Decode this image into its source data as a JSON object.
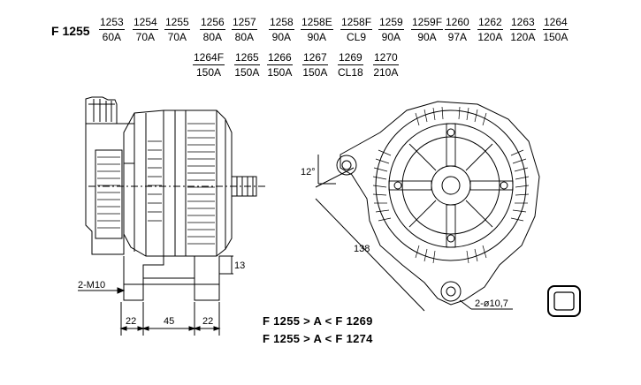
{
  "series_label": "F 1255",
  "variants": [
    {
      "code": "1253",
      "amp": "60A"
    },
    {
      "code": "1254",
      "amp": "70A"
    },
    {
      "code": "1255",
      "amp": "70A"
    },
    {
      "code": "1256",
      "amp": "80A"
    },
    {
      "code": "1257",
      "amp": "80A"
    },
    {
      "code": "1258",
      "amp": "90A"
    },
    {
      "code": "1258E",
      "amp": "90A"
    },
    {
      "code": "1258F",
      "amp": "CL9"
    },
    {
      "code": "1259",
      "amp": "90A"
    },
    {
      "code": "1259F",
      "amp": "90A"
    },
    {
      "code": "1260",
      "amp": "97A"
    },
    {
      "code": "1262",
      "amp": "120A"
    },
    {
      "code": "1263",
      "amp": "120A"
    },
    {
      "code": "1264",
      "amp": "150A"
    },
    {
      "code": "1264F",
      "amp": "150A"
    },
    {
      "code": "1265",
      "amp": "150A"
    },
    {
      "code": "1266",
      "amp": "150A"
    },
    {
      "code": "1267",
      "amp": "150A"
    },
    {
      "code": "1269",
      "amp": "CL18"
    },
    {
      "code": "1270",
      "amp": "210A"
    }
  ],
  "dimensions": {
    "thread": "2-M10",
    "width_left": "22",
    "width_mid": "45",
    "width_right": "22",
    "offset": "13",
    "length": "138",
    "angle": "12°",
    "hole": "2-ø10,7"
  },
  "range_notes": [
    "F 1255 > A < F 1269",
    "F 1255 > A < F 1274"
  ]
}
